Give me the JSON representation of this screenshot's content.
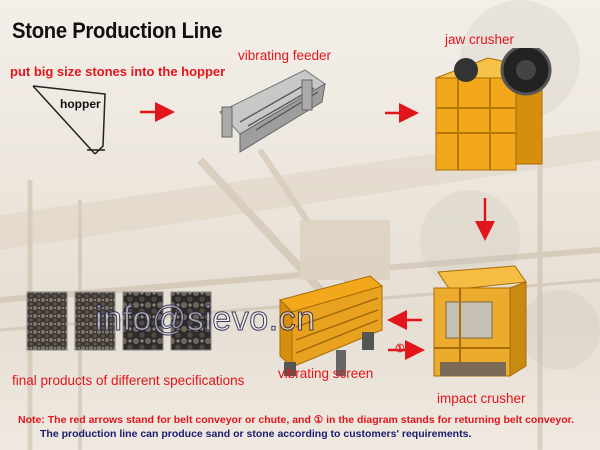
{
  "title": "Stone Production Line",
  "hopper_instruction": "put big size  stones into the hopper",
  "hopper_label": "hopper",
  "stages": {
    "vibrating_feeder": "vibrating feeder",
    "jaw_crusher": "jaw crusher",
    "impact_crusher": "impact crusher",
    "vibrating_screen": "vibrating screen",
    "final_products": "final products of different specifications"
  },
  "watermark": "info@sievo.cn",
  "return_marker": "①",
  "notes": {
    "line1": "Note: The red arrows stand for belt conveyor or chute, and ① in the diagram stands for returning belt conveyor.",
    "line2": "The production line can produce sand or stone according to customers' requirements."
  },
  "colors": {
    "arrow": "#e2151b",
    "machine_yellow": "#f2a81a",
    "note_blue": "#1b1b6e"
  }
}
